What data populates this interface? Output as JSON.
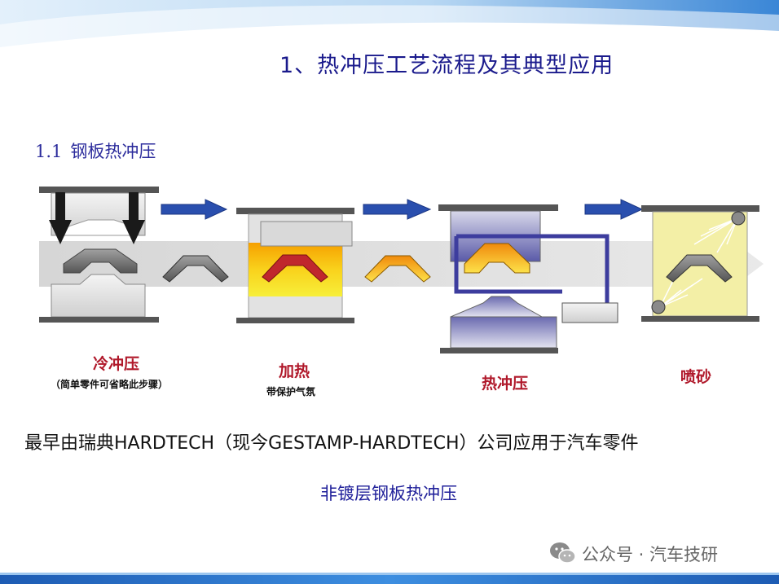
{
  "colors": {
    "band_blue": "#1f6fc7",
    "title": "#1a1a8c",
    "stage_label": "#b0182a",
    "arrow_blue": "#2a4fae",
    "steel_gray": "#6f6f6f",
    "hot_red": "#c0272d",
    "hot_orange": "#f6a623",
    "furnace_yellow": "#f6e51d",
    "sand_yellow": "#f3efa6",
    "die_gray": "#dcdcdc",
    "quench_blue": "#3d3d9e"
  },
  "header": {
    "title": "1、热冲压工艺流程及其典型应用"
  },
  "section": {
    "number": "1.1",
    "title": "钢板热冲压"
  },
  "stages": [
    {
      "label": "冷冲压",
      "note": "（简单零件可省略此步骤）"
    },
    {
      "label": "加热",
      "note": "带保护气氛"
    },
    {
      "label": "热冲压",
      "note": ""
    },
    {
      "label": "喷砂",
      "note": ""
    }
  ],
  "icons": [
    "blue-right-arrow-icon",
    "wechat-icon"
  ],
  "history_text": "最早由瑞典HARDTECH（现今GESTAMP-HARDTECH）公司应用于汽车零件",
  "subtitle": "非镀层钢板热冲压",
  "watermark": "公众号 · 汽车技研"
}
